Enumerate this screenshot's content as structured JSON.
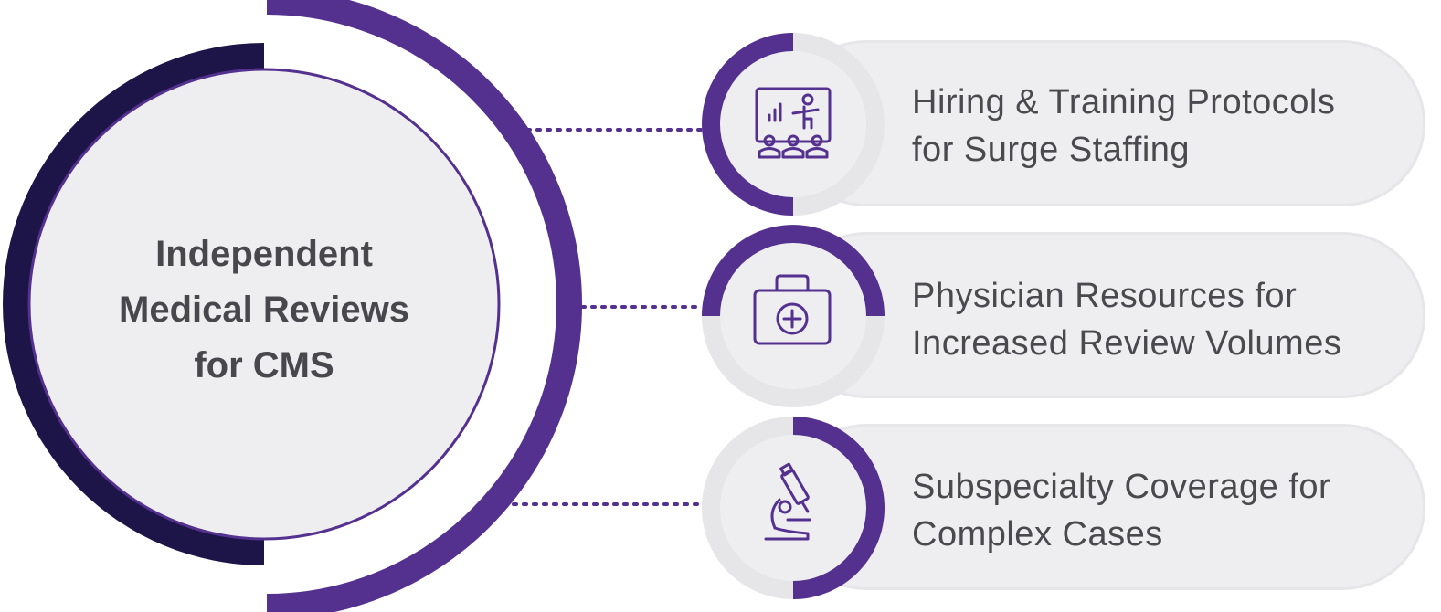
{
  "center": {
    "line1": "Independent",
    "line2": "Medical Reviews",
    "line3": "for CMS"
  },
  "items": [
    {
      "line1": "Hiring & Training Protocols",
      "line2": "for Surge Staffing",
      "icon": "presentation-training-icon",
      "progress": 0.5
    },
    {
      "line1": "Physician Resources for",
      "line2": "Increased Review Volumes",
      "icon": "medical-kit-icon",
      "progress": 0.5
    },
    {
      "line1": "Subspecialty Coverage for",
      "line2": "Complex Cases",
      "icon": "microscope-icon",
      "progress": 0.5
    }
  ],
  "colors": {
    "purple": "#54308f",
    "dark_navy": "#1d1547",
    "pill_bg": "#eeeef0",
    "ring_grey": "#e6e6e9",
    "text": "#4a4a4e"
  }
}
